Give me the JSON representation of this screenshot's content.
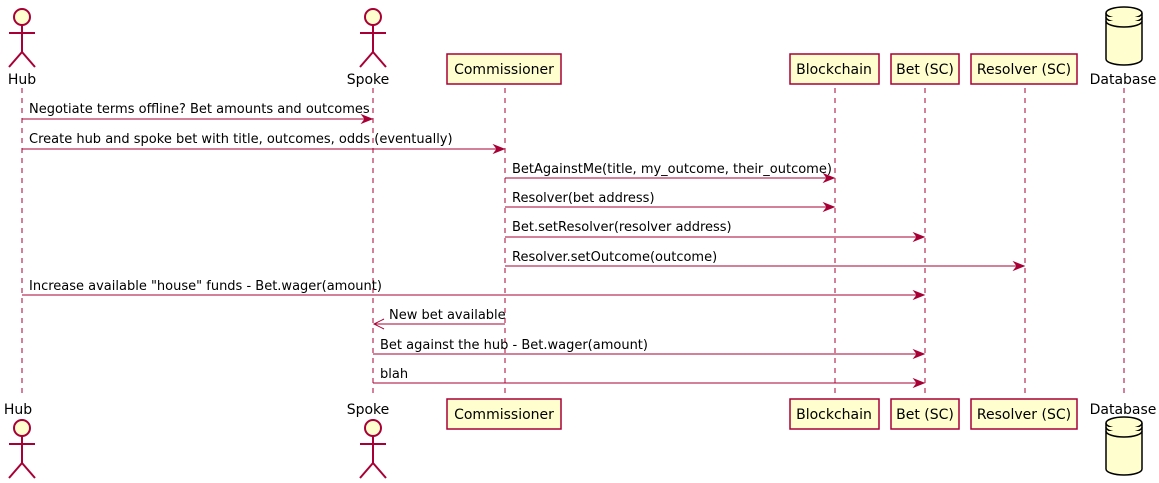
{
  "participants": {
    "hub": "Hub",
    "spoke": "Spoke",
    "commissioner": "Commissioner",
    "blockchain": "Blockchain",
    "bet": "Bet (SC)",
    "resolver": "Resolver (SC)",
    "database": "Database"
  },
  "messages": [
    {
      "from": "hub",
      "to": "spoke",
      "text": "Negotiate terms offline? Bet amounts and outcomes"
    },
    {
      "from": "hub",
      "to": "commissioner",
      "text": "Create hub and spoke bet with title, outcomes, odds (eventually)"
    },
    {
      "from": "commissioner",
      "to": "blockchain",
      "text": "BetAgainstMe(title, my_outcome, their_outcome)"
    },
    {
      "from": "commissioner",
      "to": "blockchain",
      "text": "Resolver(bet address)"
    },
    {
      "from": "commissioner",
      "to": "bet",
      "text": "Bet.setResolver(resolver address)"
    },
    {
      "from": "commissioner",
      "to": "resolver",
      "text": "Resolver.setOutcome(outcome)"
    },
    {
      "from": "hub",
      "to": "bet",
      "text": "Increase available \"house\" funds - Bet.wager(amount)"
    },
    {
      "from": "commissioner",
      "to": "spoke",
      "text": "New bet available"
    },
    {
      "from": "spoke",
      "to": "bet",
      "text": "Bet against the hub - Bet.wager(amount)"
    },
    {
      "from": "spoke",
      "to": "bet",
      "text": "blah"
    }
  ],
  "colors": {
    "participant_fill": "#FEFECE",
    "border": "#A80036",
    "text": "#000000"
  }
}
